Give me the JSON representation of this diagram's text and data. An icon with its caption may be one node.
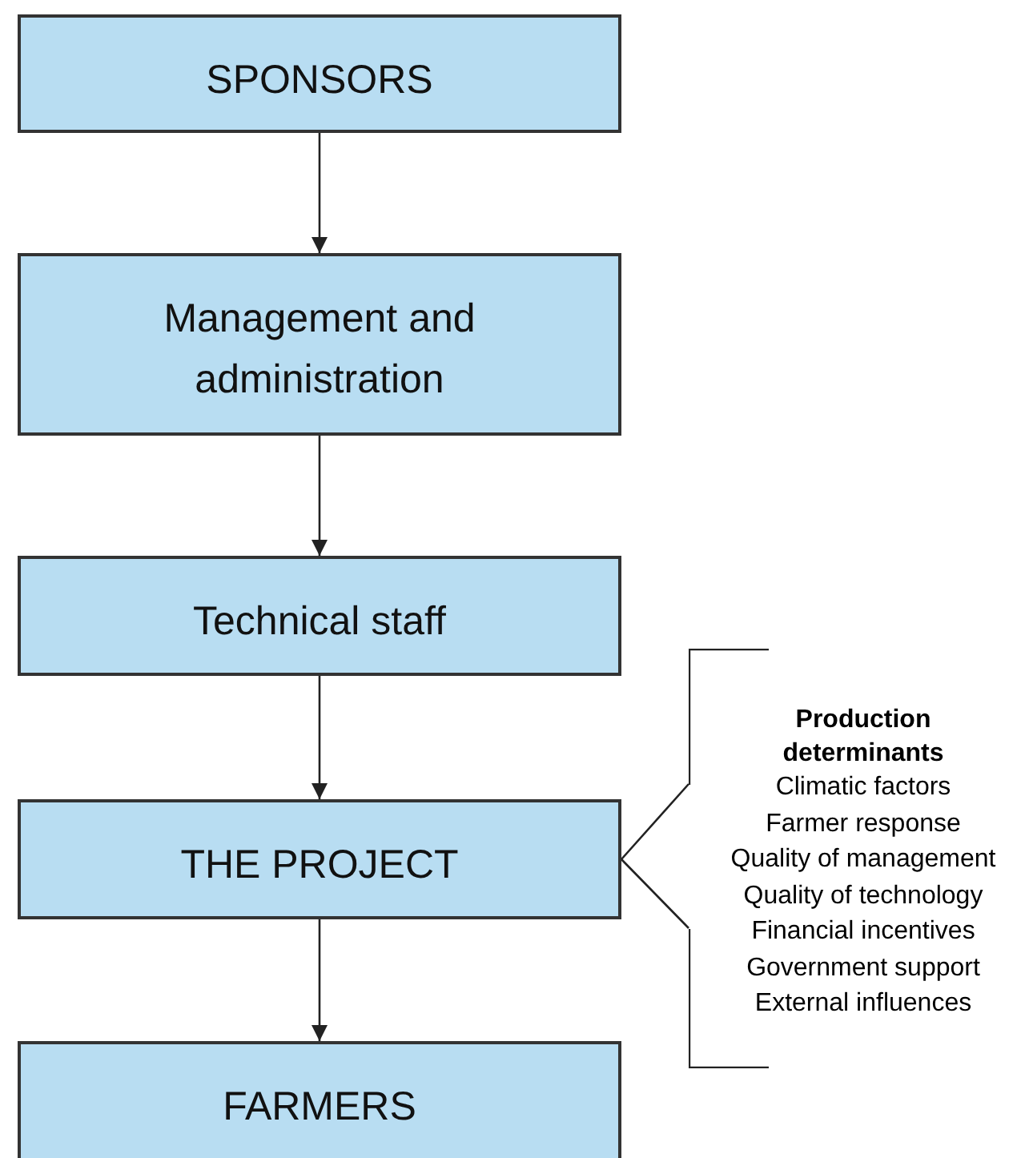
{
  "diagram": {
    "nodes": [
      {
        "text": [
          "SPONSORS"
        ]
      },
      {
        "text": [
          "Management and administration"
        ]
      },
      {
        "text": [
          "Technical staff"
        ]
      },
      {
        "text": [
          "THE PROJECT"
        ]
      },
      {
        "text": [
          "FARMERS"
        ]
      },
      {
        "text": [
          "Production determinants",
          "Climatic factors",
          "Farmer response",
          "Quality of management",
          "Quality of technology",
          "Financial incentives",
          "Government support",
          "External influences"
        ]
      }
    ],
    "edges": [
      {
        "from": 0,
        "to": 1,
        "arrow": "to"
      },
      {
        "from": 1,
        "to": 2,
        "arrow": "to"
      },
      {
        "from": 2,
        "to": 3,
        "arrow": "to"
      },
      {
        "from": 3,
        "to": 4,
        "arrow": "to"
      },
      {
        "from": 5,
        "to": 3,
        "arrow": "none"
      }
    ]
  }
}
